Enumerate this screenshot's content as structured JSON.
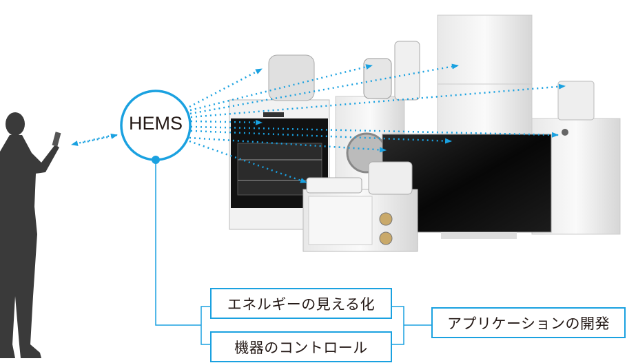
{
  "hub": {
    "label": "HEMS"
  },
  "features": [
    {
      "label": "エネルギーの見える化"
    },
    {
      "label": "機器のコントロール"
    }
  ],
  "outcome": {
    "label": "アプリケーションの開発"
  },
  "colors": {
    "accent": "#1aa1e0",
    "text": "#231815",
    "silhouette": "#3a3a3a"
  }
}
